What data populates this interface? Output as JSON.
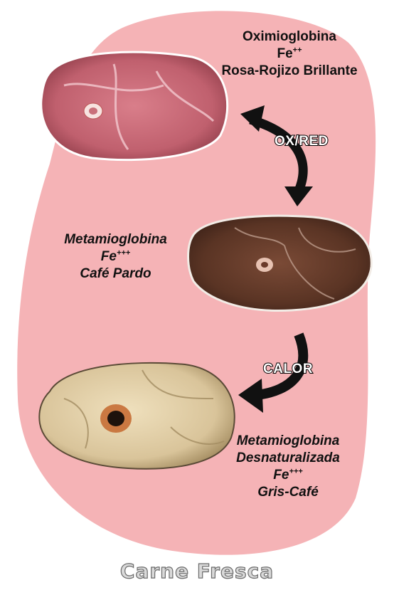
{
  "states": [
    {
      "name": "Oximioglobina",
      "iron": "Fe",
      "charge": "++",
      "color": "Rosa-Rojizo Brillante"
    },
    {
      "name": "Metamioglobina",
      "iron": "Fe",
      "charge": "+++",
      "color": "Café Pardo"
    },
    {
      "name": "Metamioglobina",
      "name2": "Desnaturalizada",
      "iron": "Fe",
      "charge": "+++",
      "color": "Gris-Café"
    }
  ],
  "arrows": [
    {
      "label": "OX/RED"
    },
    {
      "label": "CALOR"
    }
  ],
  "footer": "Carne Fresca",
  "colors": {
    "blob": "#f5b3b6",
    "meat_raw": "#c0606e",
    "meat_brown": "#5a3424",
    "meat_cooked": "#d9c49a",
    "arrow": "#111111"
  }
}
